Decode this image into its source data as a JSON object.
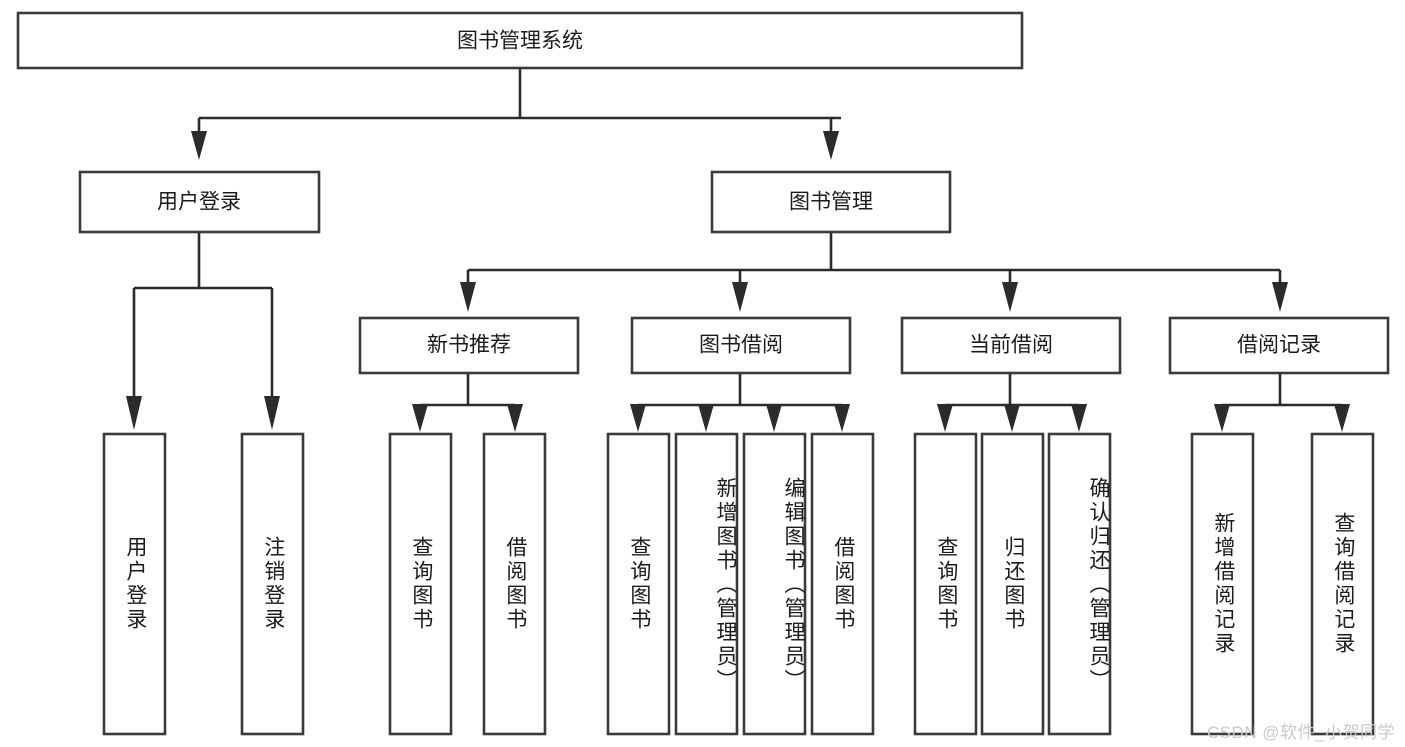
{
  "diagram": {
    "type": "tree-hierarchy",
    "title": "图书管理系统",
    "watermark": "CSDN @软件_小贺同学",
    "colors": {
      "box_stroke": "#3a3a3a",
      "box_fill": "#ffffff",
      "connector": "#2b2b2b",
      "text": "#1b1b1b",
      "watermark": "#c9c9c9",
      "background": "#ffffff"
    },
    "root": {
      "label": "图书管理系统",
      "id": "root-library-management-system"
    },
    "level1": [
      {
        "id": "user-login",
        "label": "用户登录"
      },
      {
        "id": "book-management",
        "label": "图书管理"
      }
    ],
    "level2": [
      {
        "id": "new-book-recommend",
        "label": "新书推荐",
        "parent": "book-management"
      },
      {
        "id": "book-borrow",
        "label": "图书借阅",
        "parent": "book-management"
      },
      {
        "id": "current-borrow",
        "label": "当前借阅",
        "parent": "book-management"
      },
      {
        "id": "borrow-record",
        "label": "借阅记录",
        "parent": "book-management"
      }
    ],
    "leaves": [
      {
        "id": "leaf-user-login",
        "label": "用户登录",
        "parent": "user-login",
        "long": false
      },
      {
        "id": "leaf-user-logout",
        "label": "注销登录",
        "parent": "user-login",
        "long": false
      },
      {
        "id": "leaf-query-book-1",
        "label": "查询图书",
        "parent": "new-book-recommend",
        "long": false
      },
      {
        "id": "leaf-borrow-book-1",
        "label": "借阅图书",
        "parent": "new-book-recommend",
        "long": false
      },
      {
        "id": "leaf-query-book-2",
        "label": "查询图书",
        "parent": "book-borrow",
        "long": false
      },
      {
        "id": "leaf-add-book-admin",
        "label": "新增图书（管理员）",
        "parent": "book-borrow",
        "long": true
      },
      {
        "id": "leaf-edit-book-admin",
        "label": "编辑图书（管理员）",
        "parent": "book-borrow",
        "long": true
      },
      {
        "id": "leaf-borrow-book-2",
        "label": "借阅图书",
        "parent": "book-borrow",
        "long": false
      },
      {
        "id": "leaf-query-book-3",
        "label": "查询图书",
        "parent": "current-borrow",
        "long": false
      },
      {
        "id": "leaf-return-book",
        "label": "归还图书",
        "parent": "current-borrow",
        "long": false
      },
      {
        "id": "leaf-confirm-return-admin",
        "label": "确认归还（管理员）",
        "parent": "current-borrow",
        "long": true
      },
      {
        "id": "leaf-add-borrow-record",
        "label": "新增借阅记录",
        "parent": "borrow-record",
        "long": false
      },
      {
        "id": "leaf-query-borrow-record",
        "label": "查询借阅记录",
        "parent": "borrow-record",
        "long": false
      }
    ]
  }
}
